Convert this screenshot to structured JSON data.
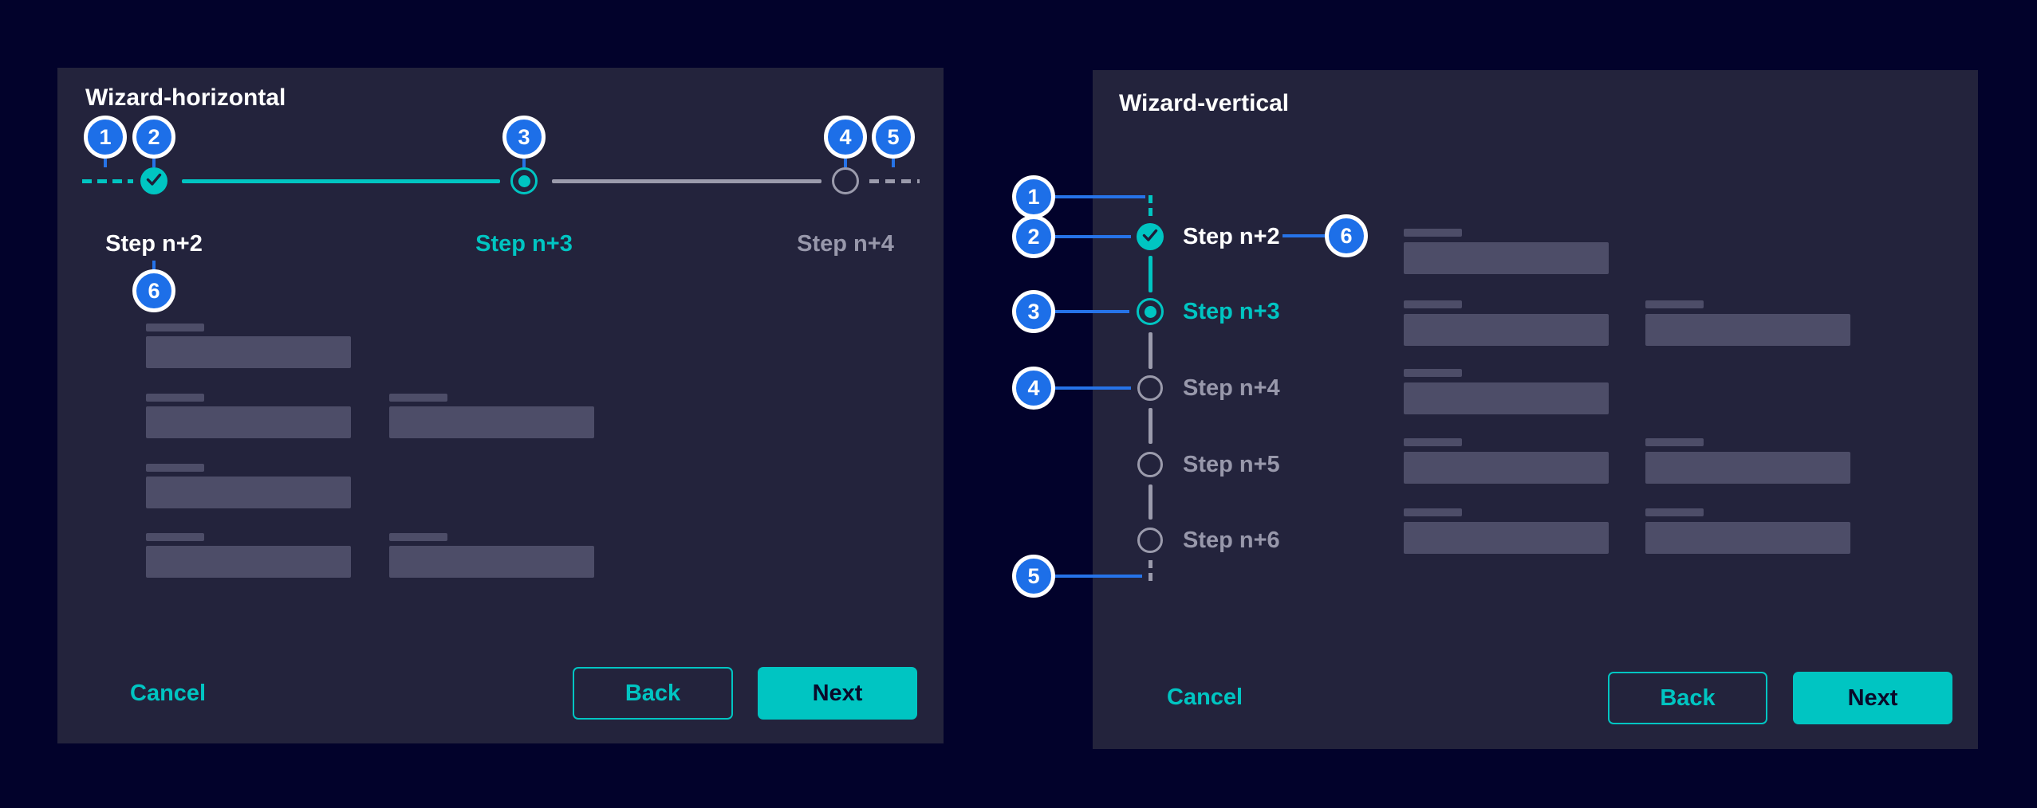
{
  "panels": [
    {
      "title": "Wizard-horizontal",
      "steps": [
        {
          "label": "Step n+2",
          "state": "completed"
        },
        {
          "label": "Step n+3",
          "state": "current"
        },
        {
          "label": "Step n+4",
          "state": "upcoming"
        }
      ],
      "footer": {
        "cancel": "Cancel",
        "back": "Back",
        "next": "Next"
      }
    },
    {
      "title": "Wizard-vertical",
      "steps": [
        {
          "label": "Step n+2",
          "state": "completed"
        },
        {
          "label": "Step n+3",
          "state": "current"
        },
        {
          "label": "Step n+4",
          "state": "upcoming"
        },
        {
          "label": "Step n+5",
          "state": "upcoming"
        },
        {
          "label": "Step n+6",
          "state": "upcoming"
        }
      ],
      "footer": {
        "cancel": "Cancel",
        "back": "Back",
        "next": "Next"
      }
    }
  ],
  "annotations": {
    "horizontal": [
      "1",
      "2",
      "3",
      "4",
      "5",
      "6"
    ],
    "vertical": [
      "1",
      "2",
      "3",
      "4",
      "5",
      "6"
    ]
  },
  "colors": {
    "page_background": "#02022b",
    "panel_background": "#23233c",
    "teal_accent": "#00c5c2",
    "annotation_blue": "#1d6fe8",
    "connector_blue": "#2673e8",
    "skeleton_gray": "#4d4d68",
    "inactive_gray": "#9b9bac",
    "text_white": "#ffffff",
    "primary_button_text": "#0a0a2a"
  }
}
